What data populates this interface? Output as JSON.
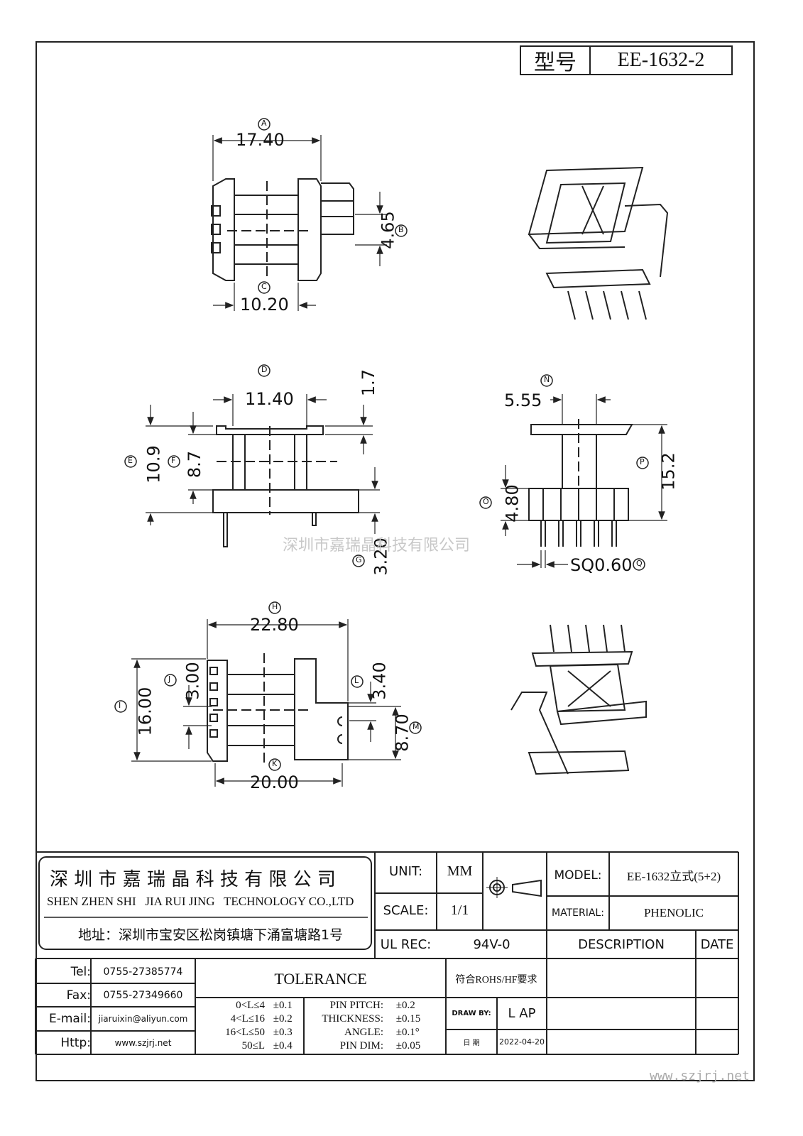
{
  "model_box": {
    "label": "型号",
    "value": "EE-1632-2"
  },
  "dims": {
    "a": "17.40",
    "b": "4.65",
    "c": "10.20",
    "d": "11.40",
    "d_top": "1.7",
    "e": "10.9",
    "f": "8.7",
    "g": "3.20",
    "n": "5.55",
    "p": "15.2",
    "o": "4.80",
    "q": "SQ0.60",
    "h": "22.80",
    "j": "3.00",
    "i": "16.00",
    "l": "3.40",
    "m": "8.70",
    "k": "20.00"
  },
  "markers": {
    "a": "A",
    "b": "B",
    "c": "C",
    "d": "D",
    "e": "E",
    "f": "F",
    "g": "G",
    "h": "H",
    "i": "I",
    "j": "J",
    "k": "K",
    "l": "L",
    "m": "M",
    "n": "N",
    "o": "O",
    "p": "P",
    "q": "Q"
  },
  "watermark_center": "深圳市嘉瑞晶科技有限公司",
  "watermark_url": "www.szjrj.net",
  "company": {
    "name_cn": "深 圳 市 嘉 瑞 晶 科 技 有 限 公 司",
    "name_en": "SHEN ZHEN SHI   JIA RUI JING   TECHNOLOGY CO.,LTD",
    "address": "地址：深圳市宝安区松岗镇塘下涌富塘路1号"
  },
  "spec": {
    "unit_label": "UNIT:",
    "unit_value": "MM",
    "scale_label": "SCALE:",
    "scale_value": "1/1",
    "ul_label": "UL REC:",
    "ul_value": "94V-0",
    "model_label": "MODEL:",
    "model_value": "EE-1632立式(5+2)",
    "material_label": "MATERIAL:",
    "material_value": "PHENOLIC",
    "description_label": "DESCRIPTION",
    "date_label": "DATE"
  },
  "contact": {
    "tel_label": "Tel:",
    "tel": "0755-27385774",
    "fax_label": "Fax:",
    "fax": "0755-27349660",
    "email_label": "E-mail:",
    "email": "jiaruixin@aliyun.com",
    "http_label": "Http:",
    "http": "www.szjrj.net"
  },
  "tolerance": {
    "title": "TOLERANCE",
    "rows": [
      {
        "range": "0<L≤4",
        "tol": "±0.1"
      },
      {
        "range": "4<L≤16",
        "tol": "±0.2"
      },
      {
        "range": "16<L≤50",
        "tol": "±0.3"
      },
      {
        "range": "50≤L",
        "tol": "±0.4"
      }
    ],
    "specs": [
      {
        "name": "PIN PITCH:",
        "tol": "±0.2"
      },
      {
        "name": "THICKNESS:",
        "tol": "±0.15"
      },
      {
        "name": "ANGLE:",
        "tol": "±0.1°"
      },
      {
        "name": "PIN DIM:",
        "tol": "±0.05"
      }
    ]
  },
  "rohs": "符合ROHS/HF要求",
  "draw_by_label": "DRAW BY:",
  "draw_by": "L AP",
  "date_cn_label": "日 期",
  "date_value": "2022-04-20"
}
